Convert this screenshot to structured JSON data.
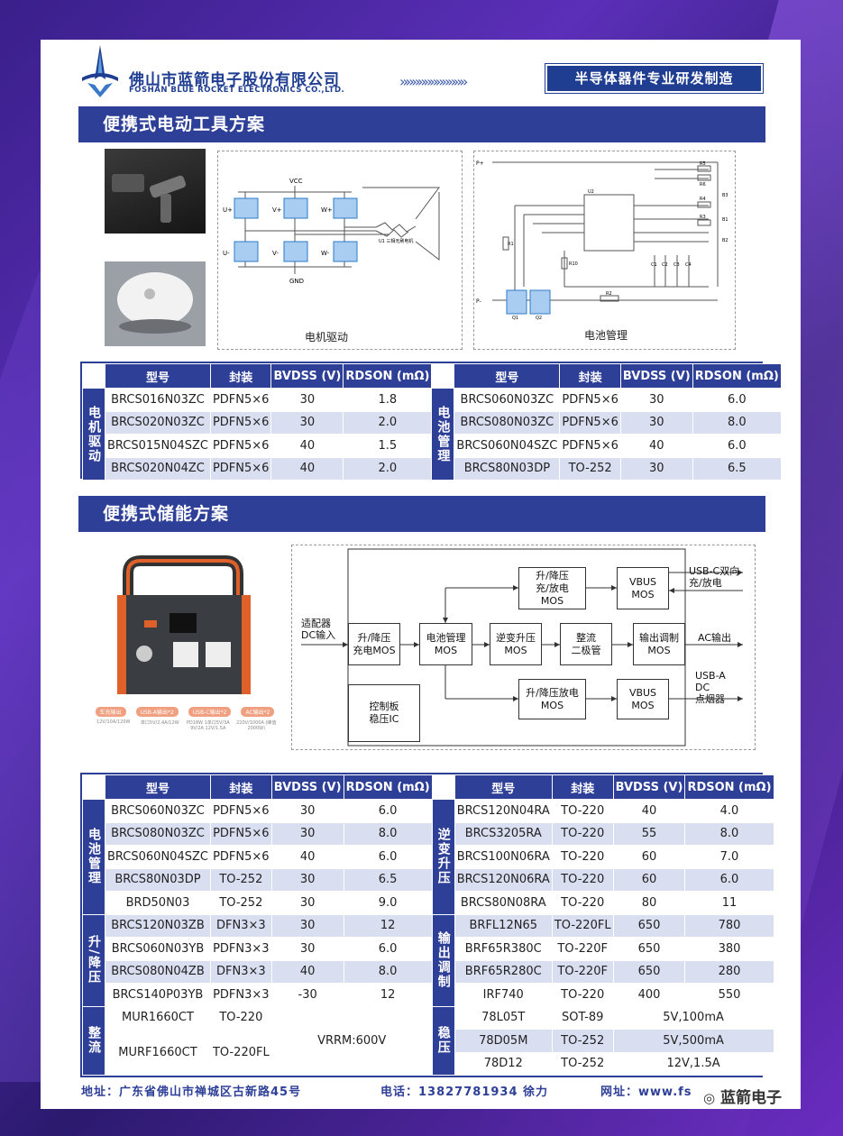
{
  "header": {
    "company_cn": "佛山市蓝箭电子股份有限公司",
    "company_en": "FOSHAN BLUE ROCKET ELECTRONICS CO.,LTD.",
    "chevrons": "»»»»»»»»»»»",
    "slogan": "半导体器件专业研发制造"
  },
  "section1": {
    "title": "便携式电动工具方案",
    "motor_label": "电机驱动",
    "battery_label": "电池管理",
    "motor": {
      "vcc": "VCC",
      "gnd": "GND",
      "u_plus": "U+",
      "v_plus": "V+",
      "w_plus": "W+",
      "u_minus": "U-",
      "v_minus": "V-",
      "w_minus": "W-",
      "motor": "U1 三相无刷电机"
    },
    "battery": {
      "p_plus": "P+",
      "p_minus": "P-",
      "u2": "U2",
      "r1": "R1",
      "r2": "R2",
      "r3": "R3",
      "r4": "R4",
      "r5": "R5",
      "r6": "R6",
      "r10": "R10",
      "c1": "C1",
      "c2": "C2",
      "c3": "C3",
      "c4": "C4",
      "b1": "B1",
      "b2": "B2",
      "b3": "B3",
      "q1": "Q1",
      "q2": "Q2"
    }
  },
  "table1": {
    "headers": [
      "型号",
      "封装",
      "BVDSS (V)",
      "RDSON (mΩ)"
    ],
    "left_group": "电机驱动",
    "right_group": "电池管理",
    "left": [
      [
        "BRCS016N03ZC",
        "PDFN5×6",
        "30",
        "1.8"
      ],
      [
        "BRCS020N03ZC",
        "PDFN5×6",
        "30",
        "2.0"
      ],
      [
        "BRCS015N04SZC",
        "PDFN5×6",
        "40",
        "1.5"
      ],
      [
        "BRCS020N04ZC",
        "PDFN5×6",
        "40",
        "2.0"
      ]
    ],
    "right": [
      [
        "BRCS060N03ZC",
        "PDFN5×6",
        "30",
        "6.0"
      ],
      [
        "BRCS080N03ZC",
        "PDFN5×6",
        "30",
        "8.0"
      ],
      [
        "BRCS060N04SZC",
        "PDFN5×6",
        "40",
        "6.0"
      ],
      [
        "BRCS80N03DP",
        "TO-252",
        "30",
        "6.5"
      ]
    ]
  },
  "section2": {
    "title": "便携式储能方案",
    "product_tags": [
      "车充输出",
      "USB-A输出*2",
      "USB-C输出*2",
      "AC输出*2"
    ],
    "product_specs": [
      "12V/10A/120W",
      "单口5V/2.4A/12W",
      "PD18W 1单口5V/3A 9V/2A 12V/1.5A",
      "220V/1000A (峰值2000W)"
    ],
    "diagram": {
      "input": "适配器\nDC输入",
      "charge": "升/降压\n充电MOS",
      "bms": "电池管理\nMOS",
      "inverter": "逆变升压\nMOS",
      "rectifier": "整流\n二极管",
      "output_mod": "输出调制\nMOS",
      "ac_out": "AC输出",
      "bidir": "升/降压\n充/放电\nMOS",
      "vbus1": "VBUS\nMOS",
      "usbc": "USB-C双向\n充/放电",
      "buck_boost": "升/降压放电\nMOS",
      "vbus2": "VBUS\nMOS",
      "usba": "USB-A\nDC\n点烟器",
      "ctrl": "控制板\n稳压IC"
    }
  },
  "table2": {
    "headers": [
      "型号",
      "封装",
      "BVDSS (V)",
      "RDSON (mΩ)"
    ],
    "groups_left": [
      "电池管理",
      "升/降压",
      "整流"
    ],
    "groups_right": [
      "逆变升压",
      "输出调制",
      "稳压"
    ],
    "left": [
      [
        "BRCS060N03ZC",
        "PDFN5×6",
        "30",
        "6.0"
      ],
      [
        "BRCS080N03ZC",
        "PDFN5×6",
        "30",
        "8.0"
      ],
      [
        "BRCS060N04SZC",
        "PDFN5×6",
        "40",
        "6.0"
      ],
      [
        "BRCS80N03DP",
        "TO-252",
        "30",
        "6.5"
      ],
      [
        "BRD50N03",
        "TO-252",
        "30",
        "9.0"
      ],
      [
        "BRCS120N03ZB",
        "DFN3×3",
        "30",
        "12"
      ],
      [
        "BRCS060N03YB",
        "PDFN3×3",
        "30",
        "6.0"
      ],
      [
        "BRCS080N04ZB",
        "DFN3×3",
        "40",
        "8.0"
      ],
      [
        "BRCS140P03YB",
        "PDFN3×3",
        "-30",
        "12"
      ]
    ],
    "rect": [
      [
        "MUR1660CT",
        "TO-220"
      ],
      [
        "MURF1660CT",
        "TO-220FL"
      ]
    ],
    "rect_note": "VRRM:600V",
    "right": [
      [
        "BRCS120N04RA",
        "TO-220",
        "40",
        "4.0"
      ],
      [
        "BRCS3205RA",
        "TO-220",
        "55",
        "8.0"
      ],
      [
        "BRCS100N06RA",
        "TO-220",
        "60",
        "7.0"
      ],
      [
        "BRCS120N06RA",
        "TO-220",
        "60",
        "6.0"
      ],
      [
        "BRCS80N08RA",
        "TO-220",
        "80",
        "11"
      ],
      [
        "BRFL12N65",
        "TO-220FL",
        "650",
        "780"
      ],
      [
        "BRF65R380C",
        "TO-220F",
        "650",
        "380"
      ],
      [
        "BRF65R280C",
        "TO-220F",
        "650",
        "280"
      ],
      [
        "IRF740",
        "TO-220",
        "400",
        "550"
      ]
    ],
    "reg": [
      [
        "78L05T",
        "SOT-89",
        "5V,100mA"
      ],
      [
        "78D05M",
        "TO-252",
        "5V,500mA"
      ],
      [
        "78D12",
        "TO-252",
        "12V,1.5A"
      ]
    ]
  },
  "footer": {
    "address": "地址：广东省佛山市禅城区古新路45号",
    "phone": "电话：13827781934 徐力",
    "web": "网址：www.fs",
    "watermark": "蓝箭电子"
  },
  "colors": {
    "primary": "#2e3f97",
    "row_alt": "#d9def0"
  }
}
